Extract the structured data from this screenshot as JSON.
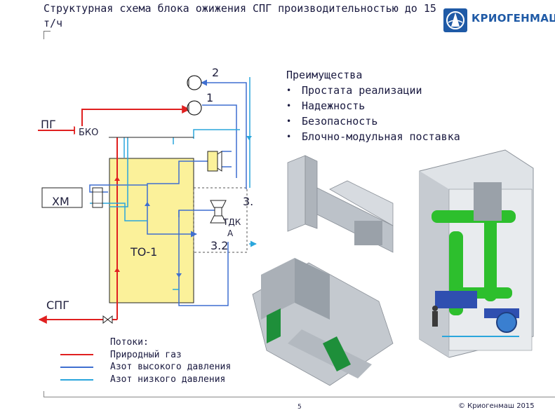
{
  "header": {
    "title": "Структурная схема блока ожижения СПГ производительностью до 15 т/ч",
    "logo_text": "КРИОГЕНМАШ"
  },
  "diagram": {
    "labels": {
      "pg": "ПГ",
      "bko": "БКО",
      "hm": "ХМ",
      "to1": "ТО-1",
      "spg": "СПГ",
      "n2": "2",
      "n1": "1",
      "n3": "3.",
      "tdk": "ТДК",
      "a": "А",
      "n32": "3.2"
    },
    "colors": {
      "natural_gas": "#e02020",
      "n2_high": "#3f6fd0",
      "n2_low": "#2aa6dc",
      "heat_exchanger_fill": "#fbf19a"
    }
  },
  "advantages": {
    "title": "Преимущества",
    "items": [
      "Простата реализации",
      "Надежность",
      "Безопасность",
      "Блочно-модульная поставка"
    ]
  },
  "legend": {
    "title": "Потоки:",
    "items": [
      {
        "label": "Природный газ",
        "color": "#e02020"
      },
      {
        "label": "Азот высокого давления",
        "color": "#3f6fd0"
      },
      {
        "label": "Азот низкого давления",
        "color": "#2aa6dc"
      }
    ]
  },
  "footer": {
    "page_number": "5",
    "copyright": "© Криогенмаш 2015"
  }
}
